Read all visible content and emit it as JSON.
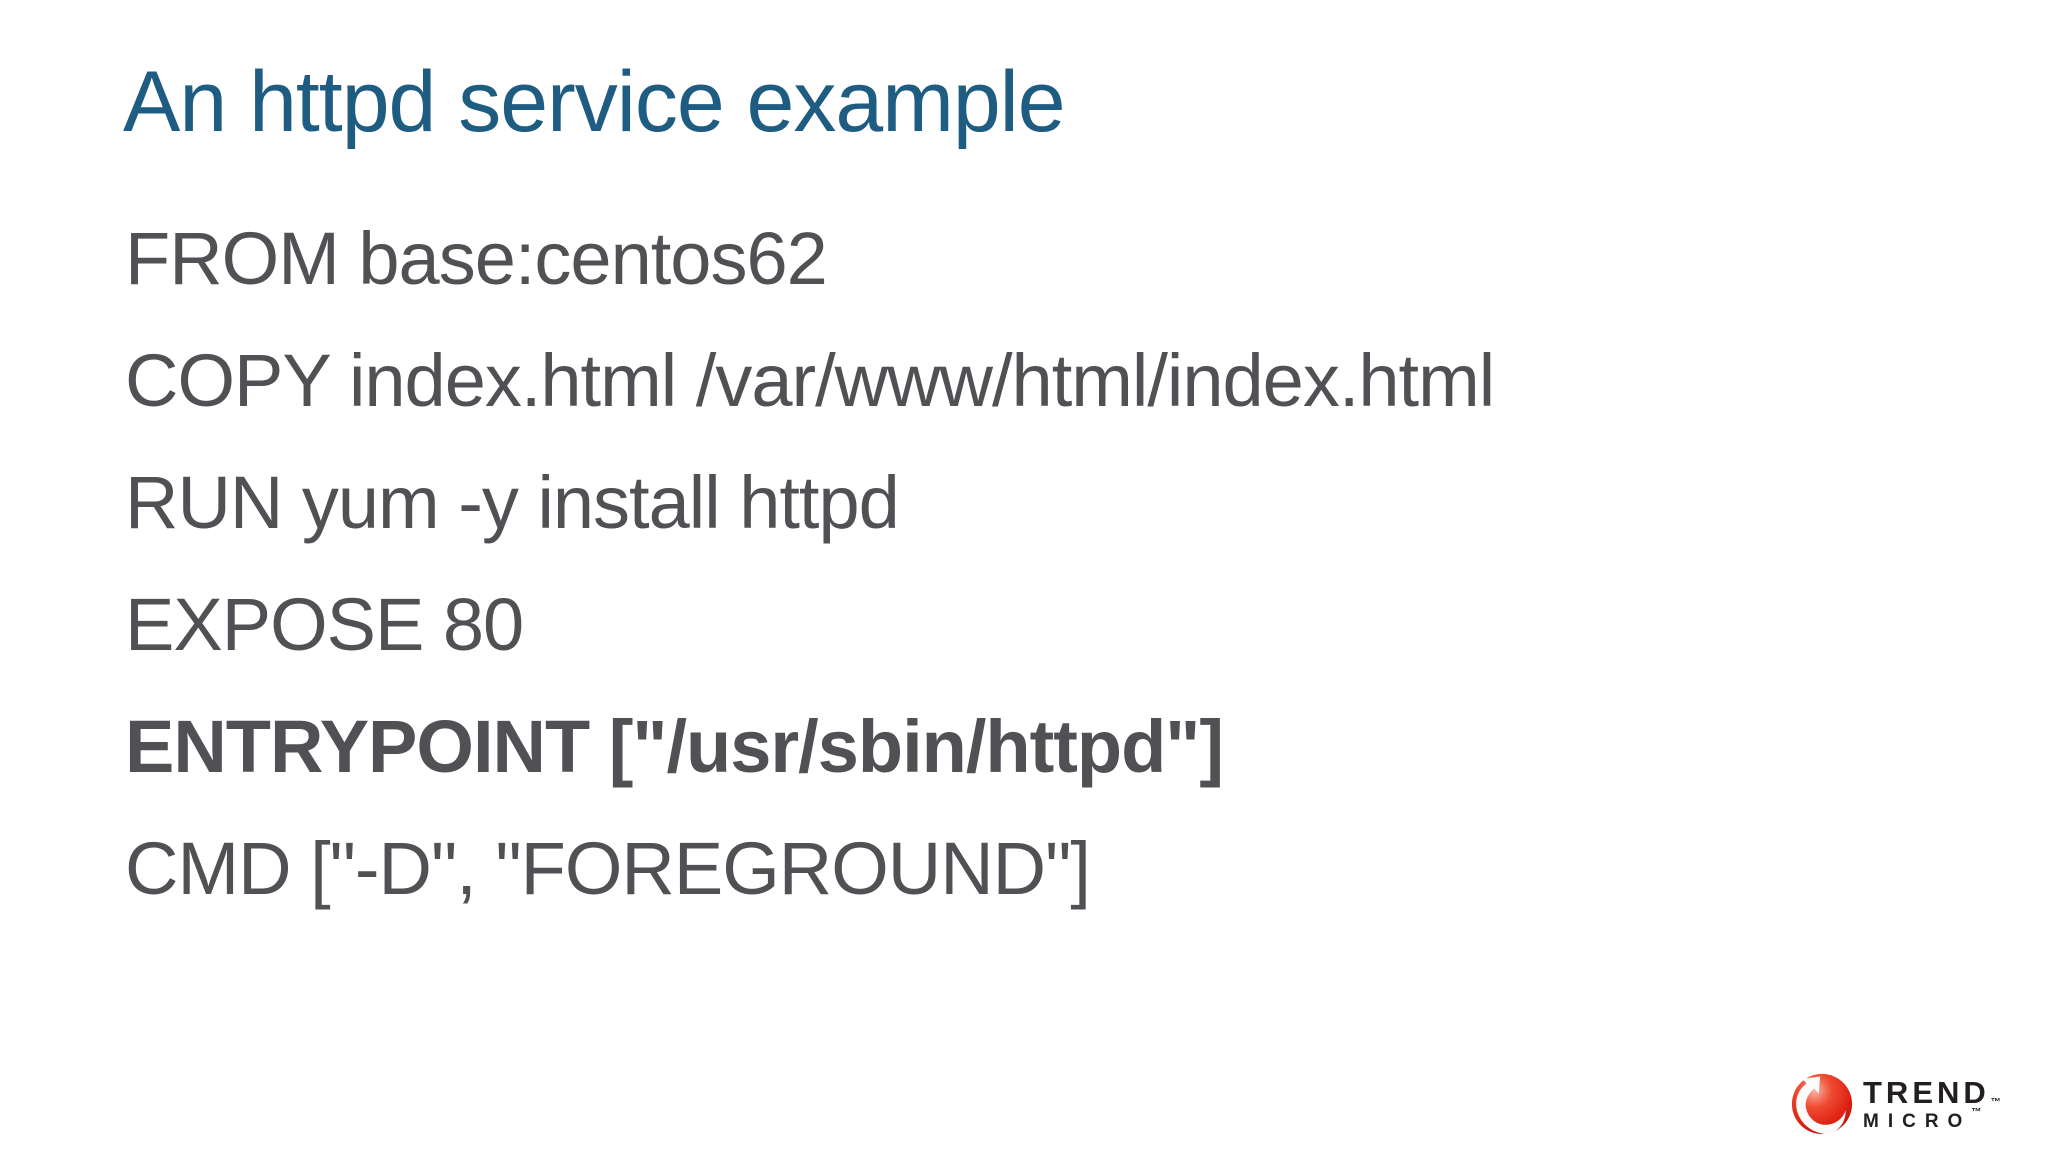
{
  "slide": {
    "title": "An httpd service example",
    "code_lines": [
      {
        "text": "FROM base:centos62",
        "bold": false
      },
      {
        "text": "COPY index.html /var/www/html/index.html",
        "bold": false
      },
      {
        "text": "RUN yum -y install httpd",
        "bold": false
      },
      {
        "text": "EXPOSE 80",
        "bold": false
      },
      {
        "text": "ENTRYPOINT [\"/usr/sbin/httpd\"]",
        "bold": true
      },
      {
        "text": "CMD [\"-D\", \"FOREGROUND\"]",
        "bold": false
      }
    ],
    "colors": {
      "title": "#1F5C82",
      "body_text": "#515155",
      "background": "#FFFFFF"
    }
  },
  "logo": {
    "brand_top": "TREND",
    "brand_bottom": "MICRO",
    "tm": "™",
    "ball_red": "#DC1F10"
  }
}
